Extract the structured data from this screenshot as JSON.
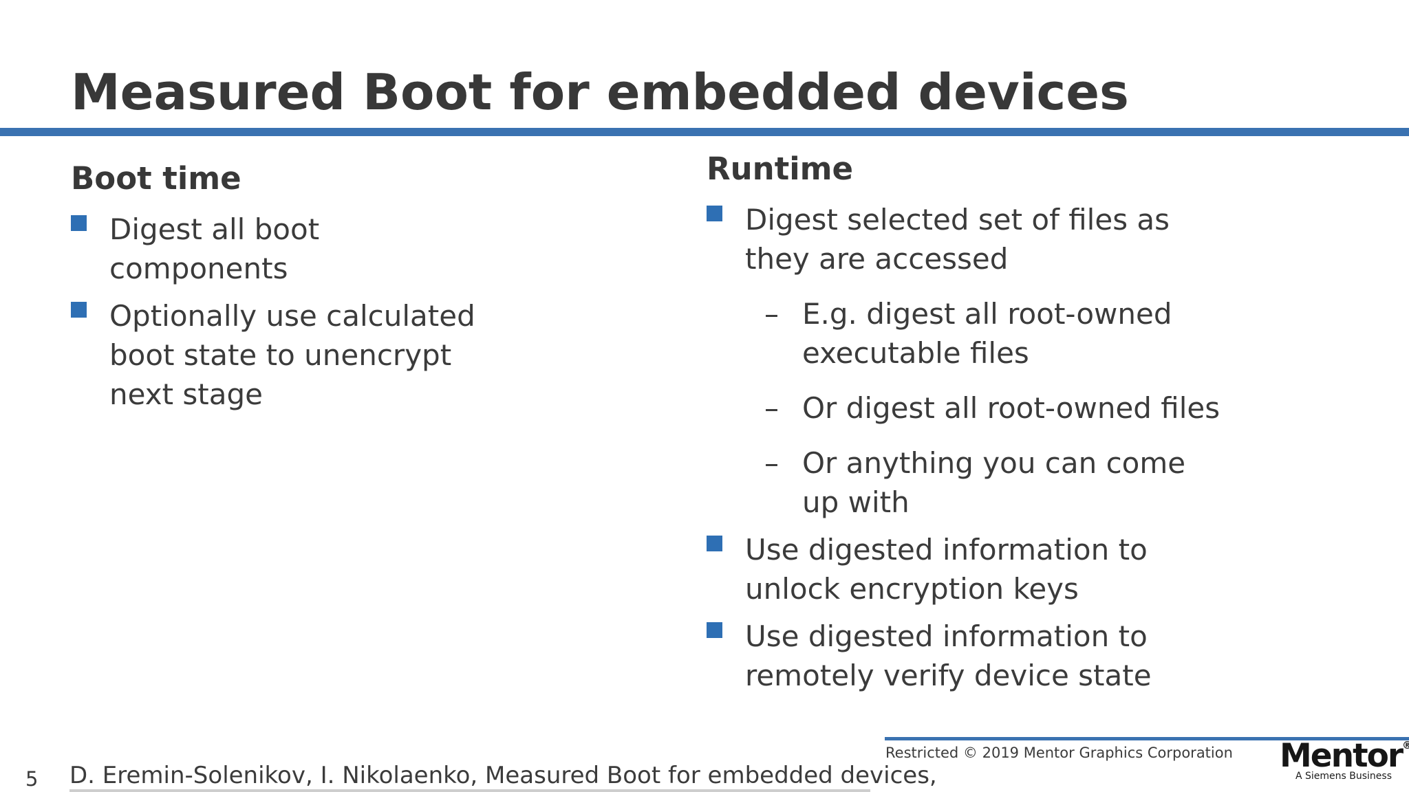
{
  "slide": {
    "title": "Measured Boot for embedded devices",
    "colors": {
      "accent_blue_bullet": "#2e6fb4",
      "accent_blue_rule": "#3a72b1",
      "text_dark_gray": "#3b3b3b",
      "logo_black": "#161616",
      "background": "#ffffff"
    },
    "left_column": {
      "heading": "Boot time",
      "bullets": [
        {
          "lines": [
            "Digest all boot",
            "components"
          ]
        },
        {
          "lines": [
            "Optionally use calculated",
            "boot state to unencrypt",
            "next stage"
          ]
        }
      ]
    },
    "right_column": {
      "heading": "Runtime",
      "sub_bullet_marker": "–",
      "bullets": [
        {
          "level": 1,
          "lines": [
            "Digest selected set of files as",
            "they are accessed"
          ]
        },
        {
          "level": 2,
          "lines": [
            "E.g. digest all root-owned",
            "executable files"
          ]
        },
        {
          "level": 2,
          "lines": [
            "Or digest all root-owned files"
          ]
        },
        {
          "level": 2,
          "lines": [
            "Or anything you can come",
            "up with"
          ]
        },
        {
          "level": 1,
          "lines": [
            "Use digested information to",
            "unlock encryption keys"
          ]
        },
        {
          "level": 1,
          "lines": [
            "Use digested information to",
            "remotely verify device state"
          ]
        }
      ]
    },
    "footer": {
      "page_number": "5",
      "citation": "D. Eremin-Solenikov, I. Nikolaenko, Measured Boot for embedded devices,",
      "restriction_notice": "Restricted © 2019 Mentor Graphics Corporation",
      "logo": {
        "text": "Mentor",
        "registered_mark": "®",
        "tagline": "A Siemens Business"
      }
    }
  }
}
